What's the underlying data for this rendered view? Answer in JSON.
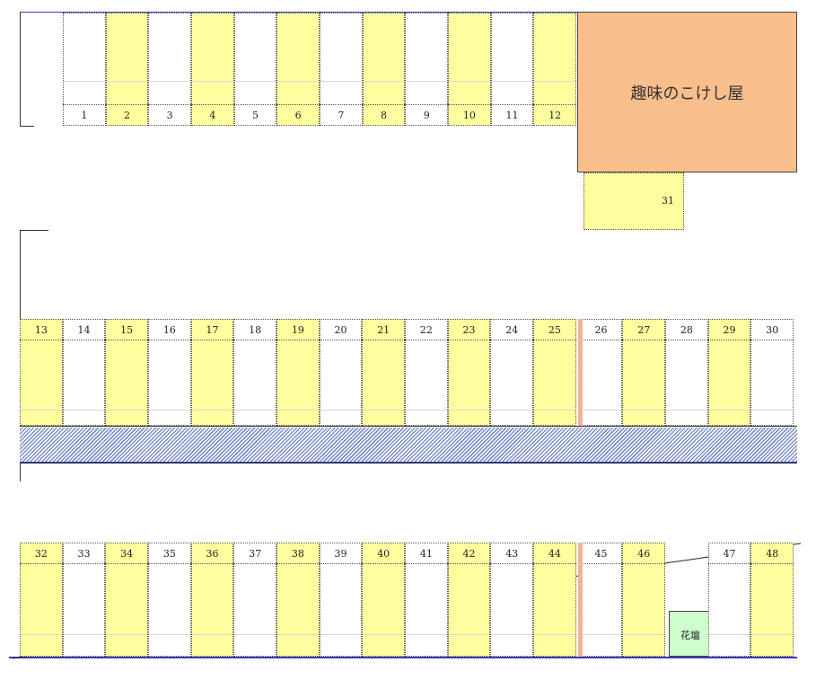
{
  "shop": {
    "name": "趣味のこけし屋"
  },
  "flower_bed": {
    "label": "花壇"
  },
  "row_top": [
    {
      "n": "1",
      "c": "w"
    },
    {
      "n": "2",
      "c": "y"
    },
    {
      "n": "3",
      "c": "w"
    },
    {
      "n": "4",
      "c": "y"
    },
    {
      "n": "5",
      "c": "w"
    },
    {
      "n": "6",
      "c": "y"
    },
    {
      "n": "7",
      "c": "w"
    },
    {
      "n": "8",
      "c": "y"
    },
    {
      "n": "9",
      "c": "w"
    },
    {
      "n": "10",
      "c": "y"
    },
    {
      "n": "11",
      "c": "w"
    },
    {
      "n": "12",
      "c": "y"
    }
  ],
  "stall_31": {
    "n": "31",
    "c": "y"
  },
  "row_middle": [
    {
      "n": "13",
      "c": "y"
    },
    {
      "n": "14",
      "c": "w"
    },
    {
      "n": "15",
      "c": "y"
    },
    {
      "n": "16",
      "c": "w"
    },
    {
      "n": "17",
      "c": "y"
    },
    {
      "n": "18",
      "c": "w"
    },
    {
      "n": "19",
      "c": "y"
    },
    {
      "n": "20",
      "c": "w"
    },
    {
      "n": "21",
      "c": "y"
    },
    {
      "n": "22",
      "c": "w"
    },
    {
      "n": "23",
      "c": "y"
    },
    {
      "n": "24",
      "c": "w"
    },
    {
      "n": "25",
      "c": "y"
    },
    {
      "n": "26",
      "c": "w"
    },
    {
      "n": "27",
      "c": "y"
    },
    {
      "n": "28",
      "c": "w"
    },
    {
      "n": "29",
      "c": "y"
    },
    {
      "n": "30",
      "c": "w"
    }
  ],
  "row_bottom": [
    {
      "n": "32",
      "c": "y"
    },
    {
      "n": "33",
      "c": "w"
    },
    {
      "n": "34",
      "c": "y"
    },
    {
      "n": "35",
      "c": "w"
    },
    {
      "n": "36",
      "c": "y"
    },
    {
      "n": "37",
      "c": "w"
    },
    {
      "n": "38",
      "c": "y"
    },
    {
      "n": "39",
      "c": "w"
    },
    {
      "n": "40",
      "c": "y"
    },
    {
      "n": "41",
      "c": "w"
    },
    {
      "n": "42",
      "c": "y"
    },
    {
      "n": "43",
      "c": "w"
    },
    {
      "n": "44",
      "c": "y"
    },
    {
      "n": "45",
      "c": "w"
    },
    {
      "n": "46",
      "c": "y"
    },
    {
      "n": "47",
      "c": "w"
    },
    {
      "n": "48",
      "c": "y"
    }
  ],
  "colors": {
    "stall_yellow": "#ffffa0",
    "stall_white": "#ffffff",
    "shop_fill": "#f8be8c",
    "flower_bed_fill": "#ccffcc",
    "divider_salmon": "#f4b29a",
    "border_blue": "#3a3ab8",
    "hatch_blue": "#7b8fc6"
  }
}
